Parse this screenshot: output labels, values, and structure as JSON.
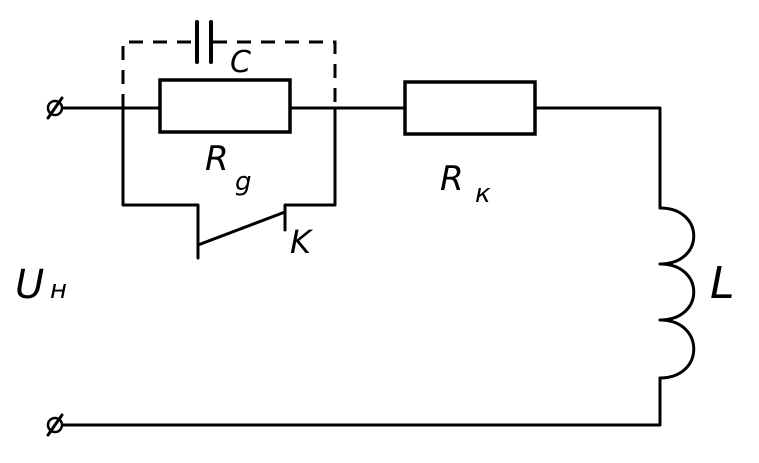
{
  "labels": {
    "capacitor": "C",
    "resistor_g_main": "R",
    "resistor_g_sub": "g",
    "resistor_k_main": "R",
    "resistor_k_sub": "к",
    "switch": "K",
    "voltage_main": "U",
    "voltage_sub": "н",
    "inductor": "L"
  }
}
